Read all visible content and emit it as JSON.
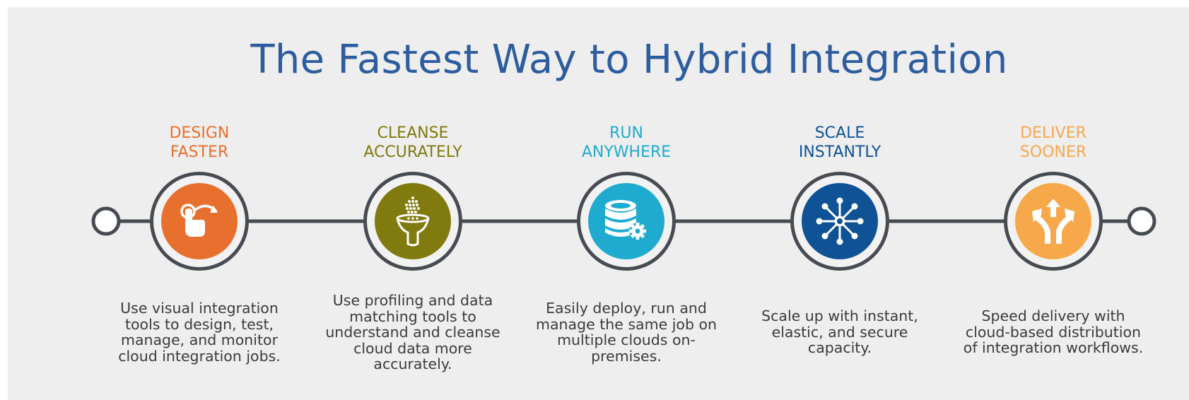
{
  "title": "The Fastest Way to Hybrid Integration",
  "steps": [
    {
      "label_line1": "DESIGN",
      "label_line2": "FASTER",
      "color": "#e8702e",
      "icon": "hand-pointer-arrow-icon",
      "description": "Use visual integration tools to design, test, manage, and monitor cloud integration jobs."
    },
    {
      "label_line1": "CLEANSE",
      "label_line2": "ACCURATELY",
      "color": "#807a0f",
      "icon": "funnel-filter-icon",
      "description": "Use profiling and data matching tools to understand and cleanse cloud data more accurately."
    },
    {
      "label_line1": "RUN",
      "label_line2": "ANYWHERE",
      "color": "#1fabcf",
      "icon": "database-gear-icon",
      "description": "Easily deploy, run and manage the same job on multiple clouds on-premises."
    },
    {
      "label_line1": "SCALE",
      "label_line2": "INSTANTLY",
      "color": "#0f5296",
      "icon": "network-hub-icon",
      "description": "Scale up with instant, elastic, and secure capacity."
    },
    {
      "label_line1": "DELIVER",
      "label_line2": "SOONER",
      "color": "#f6a84a",
      "icon": "split-arrows-icon",
      "description": "Speed delivery with cloud-based distribution of integration workflows."
    }
  ],
  "colors": {
    "title": "#2e5d9f",
    "line": "#474b52",
    "background": "#eeeeee"
  }
}
